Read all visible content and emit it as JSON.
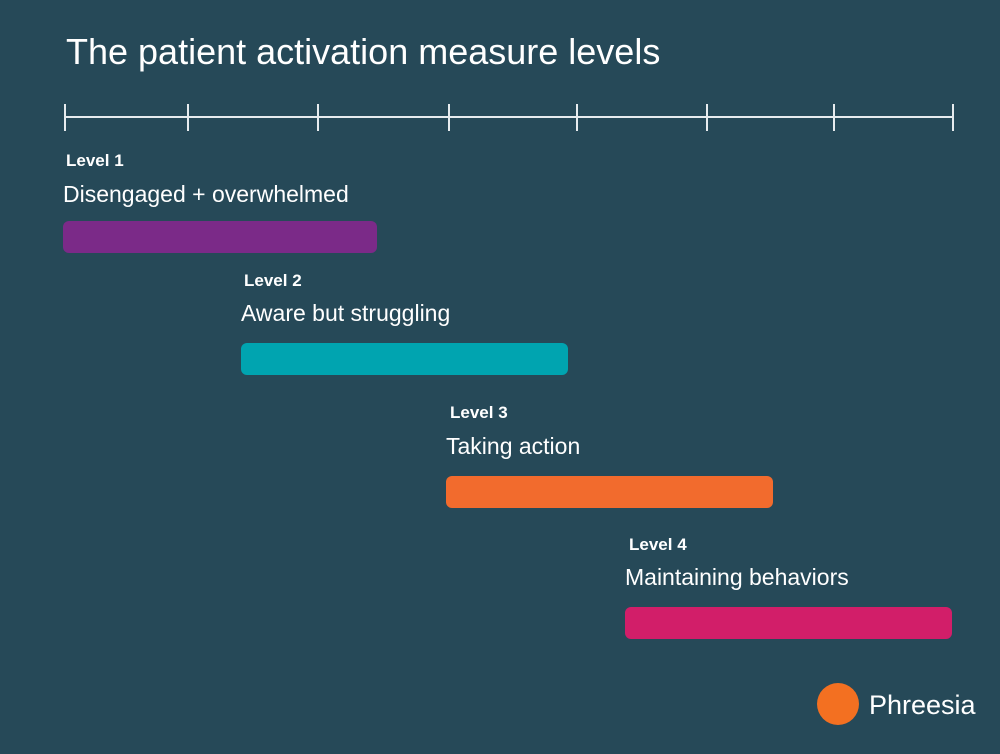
{
  "title": "The patient activation measure levels",
  "background_color": "#264958",
  "timeline": {
    "tick_count": 8,
    "color": "#e6ebee"
  },
  "levels": [
    {
      "tag": "Level 1",
      "name": "Disengaged + overwhelmed",
      "color": "#7b2a88"
    },
    {
      "tag": "Level 2",
      "name": "Aware but struggling",
      "color": "#00a4b0"
    },
    {
      "tag": "Level 3",
      "name": "Taking action",
      "color": "#f26b2d"
    },
    {
      "tag": "Level 4",
      "name": "Maintaining behaviors",
      "color": "#d21e69"
    }
  ],
  "brand": {
    "name": "Phreesia",
    "dot_color": "#f37021"
  }
}
